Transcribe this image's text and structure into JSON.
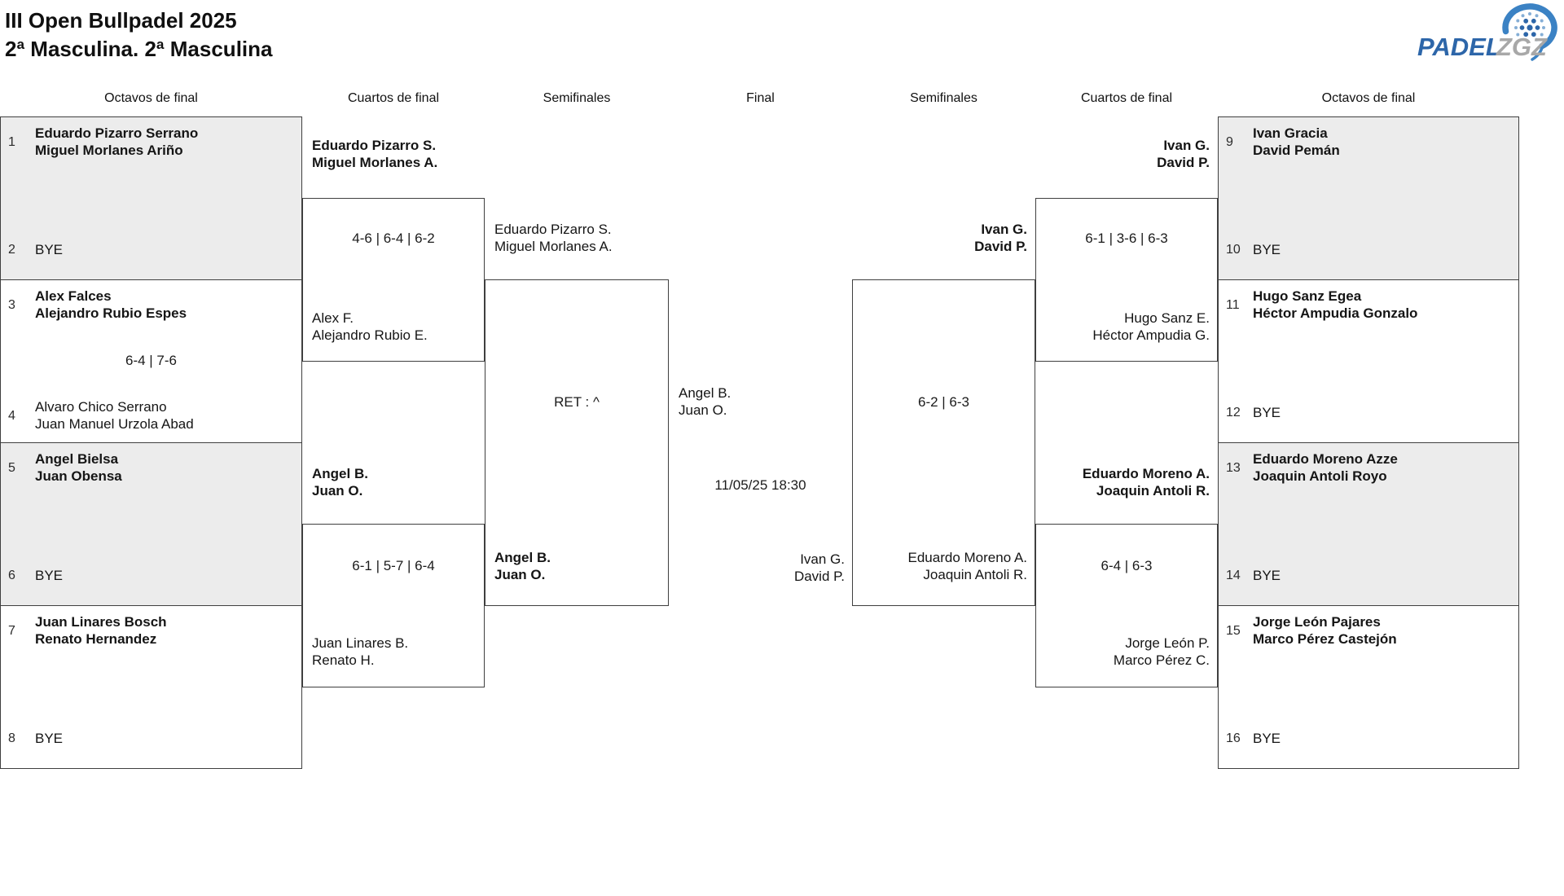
{
  "title": {
    "line1": "III Open Bullpadel 2025",
    "line2": "2ª Masculina. 2ª Masculina"
  },
  "logo": {
    "padel": "PADEL",
    "zgz": "ZGZ"
  },
  "colors": {
    "logo_blue": "#2d66a9",
    "logo_gray": "#a8a8a8",
    "box_gray_fill": "#ececec",
    "box_border": "#3f3f3f"
  },
  "headers": [
    "Octavos de final",
    "Cuartos de final",
    "Semifinales",
    "Final",
    "Semifinales",
    "Cuartos de final",
    "Octavos de final"
  ],
  "r16_left": [
    {
      "seed_top": "1",
      "team_top": "Eduardo Pizarro Serrano\nMiguel Morlanes Ariño",
      "seed_bottom": "2",
      "team_bottom": "BYE",
      "score": ""
    },
    {
      "seed_top": "3",
      "team_top": "Alex Falces\nAlejandro Rubio Espes",
      "seed_bottom": "4",
      "team_bottom": "Alvaro Chico Serrano\nJuan Manuel Urzola Abad",
      "score": "6-4 | 7-6"
    },
    {
      "seed_top": "5",
      "team_top": "Angel Bielsa\nJuan Obensa",
      "seed_bottom": "6",
      "team_bottom": "BYE",
      "score": ""
    },
    {
      "seed_top": "7",
      "team_top": "Juan Linares Bosch\nRenato Hernandez",
      "seed_bottom": "8",
      "team_bottom": "BYE",
      "score": ""
    }
  ],
  "r16_right": [
    {
      "seed_top": "9",
      "team_top": "Ivan Gracia\nDavid Pemán",
      "seed_bottom": "10",
      "team_bottom": "BYE",
      "score": ""
    },
    {
      "seed_top": "11",
      "team_top": "Hugo Sanz Egea\nHéctor Ampudia Gonzalo",
      "seed_bottom": "12",
      "team_bottom": "BYE",
      "score": ""
    },
    {
      "seed_top": "13",
      "team_top": "Eduardo Moreno Azze\nJoaquin Antoli Royo",
      "seed_bottom": "14",
      "team_bottom": "BYE",
      "score": ""
    },
    {
      "seed_top": "15",
      "team_top": "Jorge León Pajares\nMarco Pérez Castejón",
      "seed_bottom": "16",
      "team_bottom": "BYE",
      "score": ""
    }
  ],
  "qf_left": [
    {
      "winner": "Eduardo Pizarro S.\nMiguel Morlanes A.",
      "score": "4-6 | 6-4 | 6-2",
      "loser": "Alex F.\nAlejandro Rubio E."
    },
    {
      "winner": "Angel B.\nJuan O.",
      "score": "6-1 | 5-7 | 6-4",
      "loser": "Juan Linares B.\nRenato H."
    }
  ],
  "qf_right": [
    {
      "winner": "Ivan G.\nDavid P.",
      "score": "6-1 | 3-6 | 6-3",
      "loser": "Hugo Sanz E.\nHéctor Ampudia G."
    },
    {
      "winner": "Eduardo Moreno A.\nJoaquin Antoli R.",
      "score": "6-4 | 6-3",
      "loser": "Jorge León P.\nMarco Pérez C."
    }
  ],
  "sf_left": {
    "top": "Eduardo Pizarro S.\nMiguel Morlanes A.",
    "score": "RET : ^",
    "bottom": "Angel B.\nJuan O."
  },
  "sf_right": {
    "top": "Ivan G.\nDavid P.",
    "score": "6-2 | 6-3",
    "bottom": "Eduardo Moreno A.\nJoaquin Antoli R."
  },
  "final": {
    "top": "Angel B.\nJuan O.",
    "datetime": "11/05/25 18:30",
    "bottom": "Ivan G.\nDavid P."
  }
}
